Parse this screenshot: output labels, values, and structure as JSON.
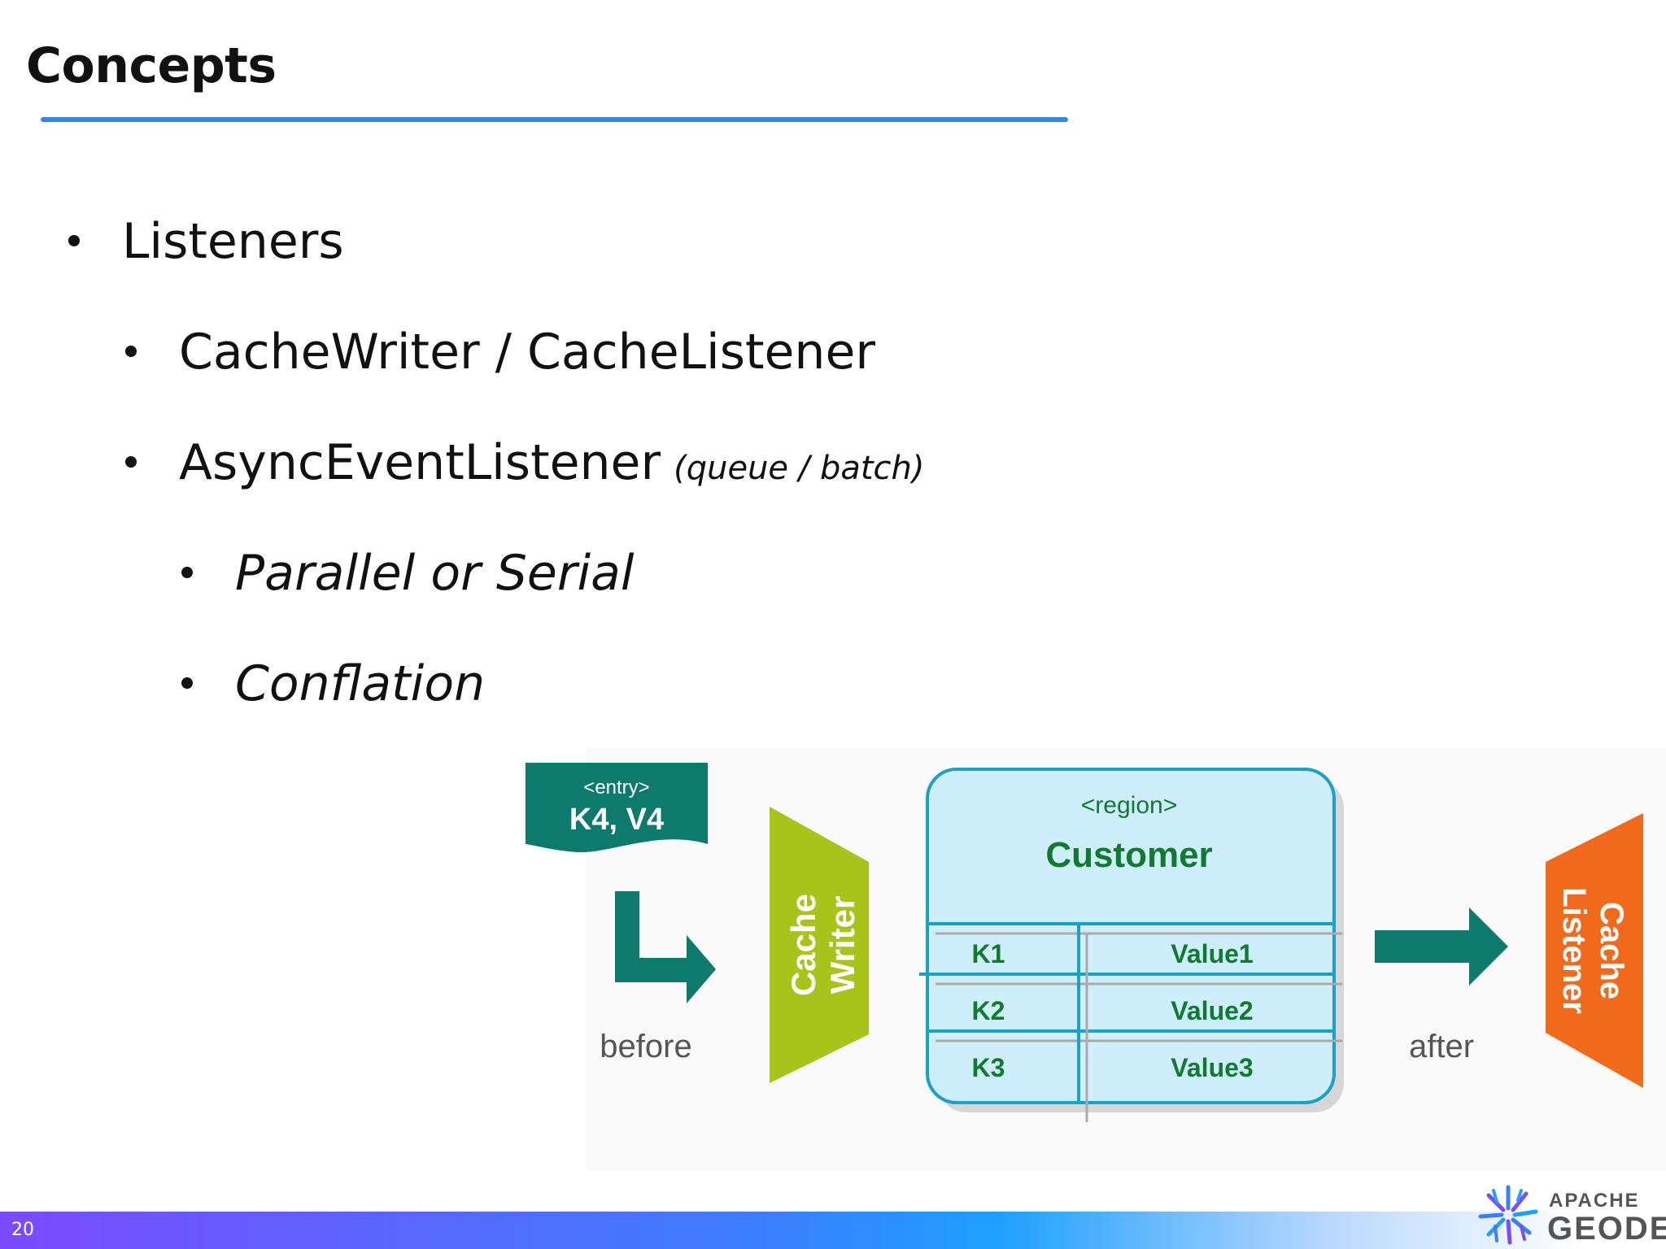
{
  "slide": {
    "title": "Concepts",
    "page_number": "20"
  },
  "bullets": [
    {
      "text": "Listeners",
      "level": 1
    },
    {
      "text": "CacheWriter / CacheListener",
      "level": 2
    },
    {
      "text": "AsyncEventListener",
      "note": "(queue / batch)",
      "level": 2
    },
    {
      "text": "Parallel or Serial",
      "level": 3
    },
    {
      "text": "Conflation",
      "level": 3
    }
  ],
  "diagram": {
    "entry_tag": "<entry>",
    "entry_value": "K4,  V4",
    "before_label": "before",
    "writer_label_1": "Cache",
    "writer_label_2": "Writer",
    "region_tag": "<region>",
    "region_name": "Customer",
    "rows": [
      {
        "key": "K1",
        "value": "Value1"
      },
      {
        "key": "K2",
        "value": "Value2"
      },
      {
        "key": "K3",
        "value": "Value3"
      }
    ],
    "after_label": "after",
    "listener_label_1": "Cache",
    "listener_label_2": "Listener"
  },
  "logo": {
    "line1": "APACHE",
    "line2": "GEODE"
  },
  "colors": {
    "accent_blue": "#3b82e6",
    "teal": "#0e7a6e",
    "writer_green": "#a8c41a",
    "listener_orange": "#f26b1d",
    "region_fill": "#cdeefa",
    "region_border": "#1ba0c7",
    "text_green": "#0f7a30"
  }
}
